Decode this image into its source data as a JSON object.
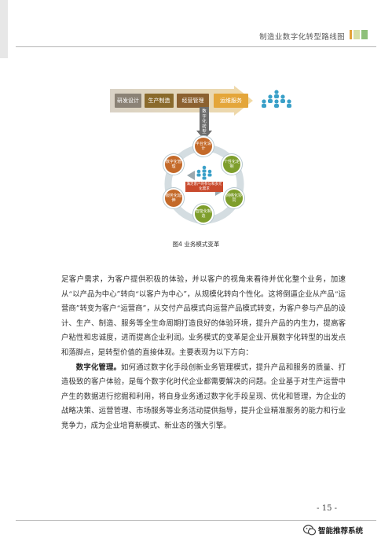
{
  "header": {
    "title": "制造业数字化转型路线图",
    "marks_colors": [
      "#e3a23a",
      "#d7dfa6",
      "#8ec07a"
    ]
  },
  "figure": {
    "stages": [
      "研发设计",
      "生产制造",
      "经营管理",
      "运维服务"
    ],
    "down_label": "数字化转型",
    "cycle_nodes": {
      "top": "平台化设计",
      "upper_right": "个性化定制",
      "right": "网络化协同",
      "bottom": "智能化制造",
      "left": "服务化延伸",
      "upper_left": "数字化管理"
    },
    "center_label": "满足客户的参与和多元化需求",
    "caption": "图4  业务模式变革"
  },
  "body": {
    "paragraph1": "足客户需求，为客户提供积极的体验，并以客户的视角来看待并优化整个业务，加速从“以产品为中心”转向“以客户为中心”，从规模化转向个性化。这将倒逼企业从产品“运营商”转变为客户“运营商”，从交付产品模式向运营产品模式转变，为客户参与产品的设计、生产、制造、服务等全生命周期打造良好的体验环境，提升产品的内生力，提高客户粘性和忠诚度，进而提高企业利润。业务模式的变革是企业开展数字化转型的出发点和落脚点，是转型价值的直接体现。主要表现为以下方向：",
    "paragraph2_lead": "数字化管理。",
    "paragraph2": "如何通过数字化手段创新业务管理模式，提升产品和服务的质量、打造极致的客户体验，是每个数字化时代企业都需要解决的问题。企业基于对生产运营中产生的数据进行挖掘和利用，将自身业务通过数字化手段呈现、优化和管理，为企业的战略决策、运营管理、市场服务等业务活动提供指导，提升企业精准服务的能力和行业竞争力，成为企业培育新模式、新业态的强大引擎。"
  },
  "footer": {
    "page_number": "- 15 -",
    "watermark_text": "智能推荐系统"
  }
}
